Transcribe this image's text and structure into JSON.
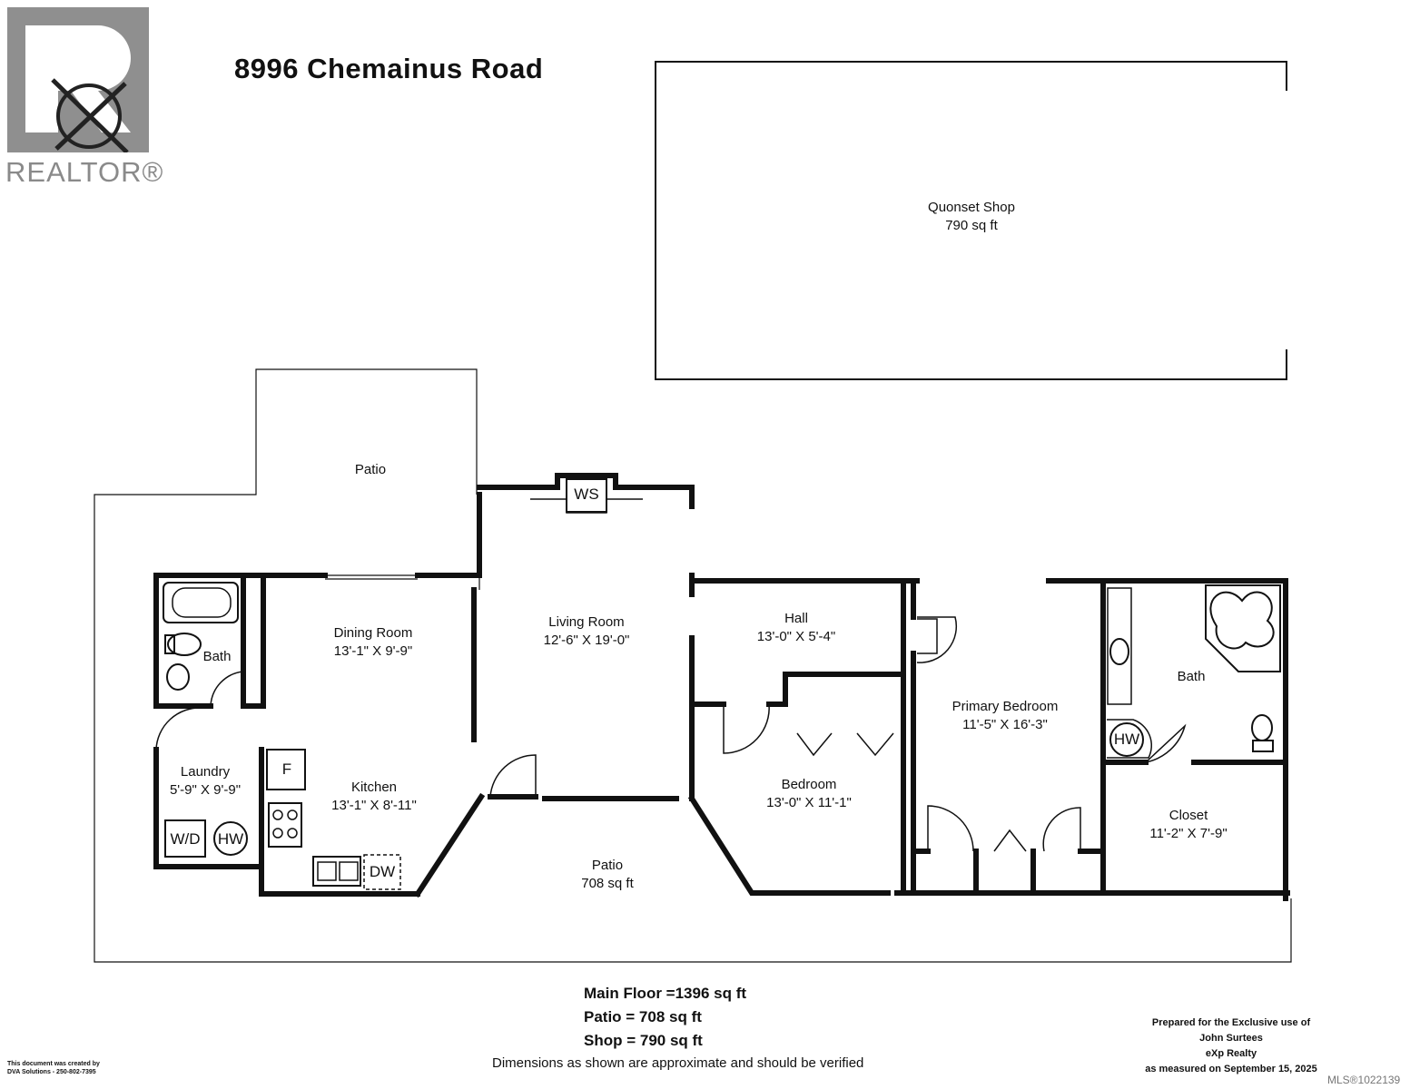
{
  "logo": {
    "text": "REALTOR®",
    "icon": "realtor-logo-icon"
  },
  "title": "8996 Chemainus Road",
  "rooms": {
    "quonset": {
      "name": "Quonset Shop",
      "size": "790 sq ft"
    },
    "patio_top": {
      "name": "Patio"
    },
    "living": {
      "name": "Living Room",
      "size": "12'-6\" X 19'-0\""
    },
    "dining": {
      "name": "Dining Room",
      "size": "13'-1\" X 9'-9\""
    },
    "bath_left": {
      "name": "Bath"
    },
    "laundry": {
      "name": "Laundry",
      "size": "5'-9\" X 9'-9\""
    },
    "kitchen": {
      "name": "Kitchen",
      "size": "13'-1\" X 8'-11\""
    },
    "hall": {
      "name": "Hall",
      "size": "13'-0\" X 5'-4\""
    },
    "bedroom": {
      "name": "Bedroom",
      "size": "13'-0\" X 11'-1\""
    },
    "primary": {
      "name": "Primary Bedroom",
      "size": "11'-5\" X 16'-3\""
    },
    "bath_right": {
      "name": "Bath"
    },
    "closet": {
      "name": "Closet",
      "size": "11'-2\" X 7'-9\""
    },
    "patio_bottom": {
      "name": "Patio",
      "size": "708 sq ft"
    }
  },
  "fixtures": {
    "ws": "WS",
    "f": "F",
    "wd": "W/D",
    "hw_laundry": "HW",
    "dw": "DW",
    "hw_bath": "HW"
  },
  "totals": {
    "main": "Main Floor =1396 sq ft",
    "patio": "Patio = 708 sq ft",
    "shop": "Shop = 790 sq ft"
  },
  "disclaimer": "Dimensions as shown are approximate and should be verified",
  "creator": {
    "line1": "This document was created by",
    "line2": "DVA Solutions - 250-802-7395"
  },
  "prepared": {
    "line1": "Prepared for the Exclusive use of",
    "line2": "John Surtees",
    "line3": "eXp Realty",
    "line4": "as measured on September 15, 2025"
  },
  "mls": "MLS®1022139",
  "colors": {
    "walls": "#111111",
    "logo": "#8a8a8a"
  }
}
